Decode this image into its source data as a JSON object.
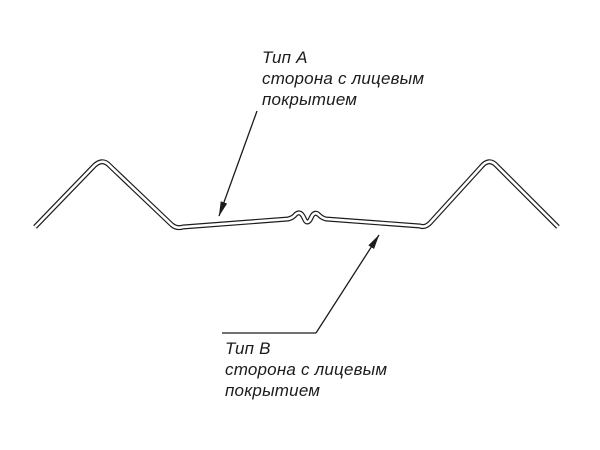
{
  "diagram": {
    "label_a": {
      "title": "Тип А",
      "line1": "сторона с лицевым",
      "line2": "покрытием"
    },
    "label_b": {
      "title": "Тип В",
      "line1": "сторона с лицевым",
      "line2": "покрытием"
    }
  },
  "colors": {
    "line": "#1c1c1c",
    "background": "#ffffff"
  }
}
